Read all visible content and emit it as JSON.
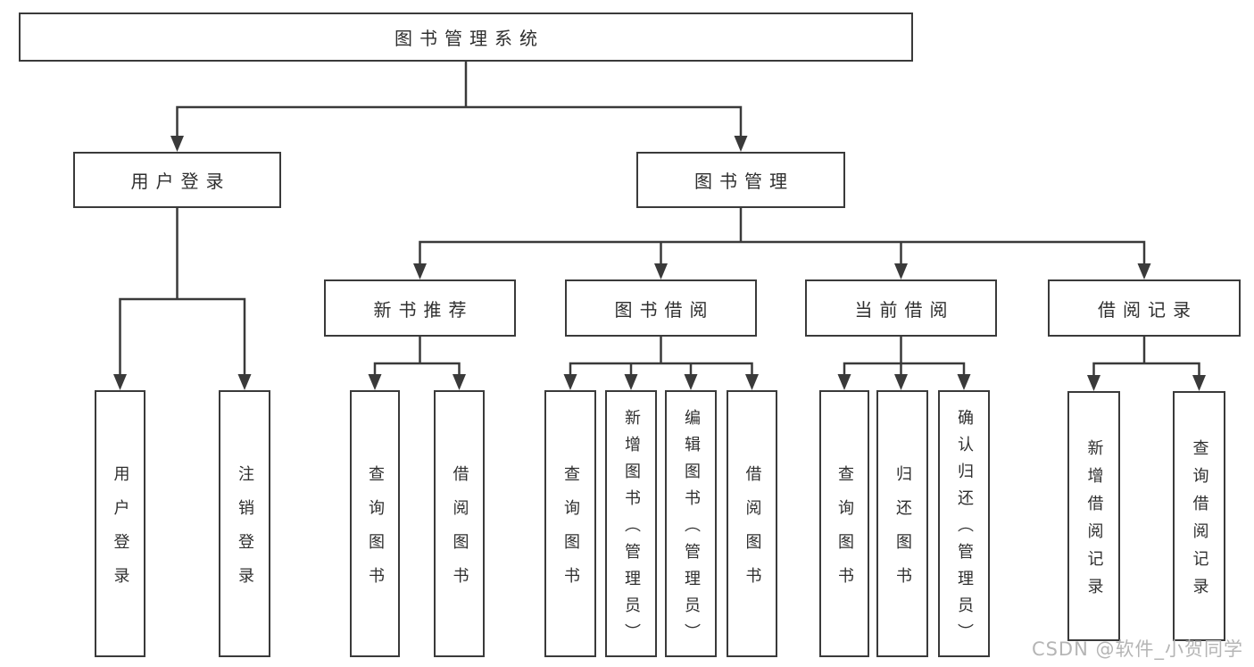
{
  "nodes": {
    "root": "图书管理系统",
    "user_login": "用户登录",
    "book_management": "图书管理",
    "new_book_recommend": "新书推荐",
    "book_borrow": "图书借阅",
    "current_borrow": "当前借阅",
    "borrow_record": "借阅记录",
    "leaf_user_login": "用户登录",
    "leaf_logout": "注销登录",
    "leaf_newrec_query_book": "查询图书",
    "leaf_newrec_borrow_book": "借阅图书",
    "leaf_bb_query_book": "查询图书",
    "leaf_bb_add_book": "新增图书（管理员）",
    "leaf_bb_edit_book": "编辑图书（管理员）",
    "leaf_bb_borrow_book": "借阅图书",
    "leaf_cb_query_book": "查询图书",
    "leaf_cb_return_book": "归还图书",
    "leaf_cb_confirm_return": "确认归还（管理员）",
    "leaf_br_add_record": "新增借阅记录",
    "leaf_br_query_record": "查询借阅记录"
  },
  "edges": [
    [
      "root",
      "user_login"
    ],
    [
      "root",
      "book_management"
    ],
    [
      "user_login",
      "leaf_user_login"
    ],
    [
      "user_login",
      "leaf_logout"
    ],
    [
      "book_management",
      "new_book_recommend"
    ],
    [
      "book_management",
      "book_borrow"
    ],
    [
      "book_management",
      "current_borrow"
    ],
    [
      "book_management",
      "borrow_record"
    ],
    [
      "new_book_recommend",
      "leaf_newrec_query_book"
    ],
    [
      "new_book_recommend",
      "leaf_newrec_borrow_book"
    ],
    [
      "book_borrow",
      "leaf_bb_query_book"
    ],
    [
      "book_borrow",
      "leaf_bb_add_book"
    ],
    [
      "book_borrow",
      "leaf_bb_edit_book"
    ],
    [
      "book_borrow",
      "leaf_bb_borrow_book"
    ],
    [
      "current_borrow",
      "leaf_cb_query_book"
    ],
    [
      "current_borrow",
      "leaf_cb_return_book"
    ],
    [
      "current_borrow",
      "leaf_cb_confirm_return"
    ],
    [
      "borrow_record",
      "leaf_br_add_record"
    ],
    [
      "borrow_record",
      "leaf_br_query_record"
    ]
  ],
  "watermark": "CSDN @软件_小贺同学",
  "colors": {
    "line": "#3a3a3a",
    "text": "#2f2f2f",
    "watermark": "#b5b5b5",
    "background": "#ffffff"
  }
}
